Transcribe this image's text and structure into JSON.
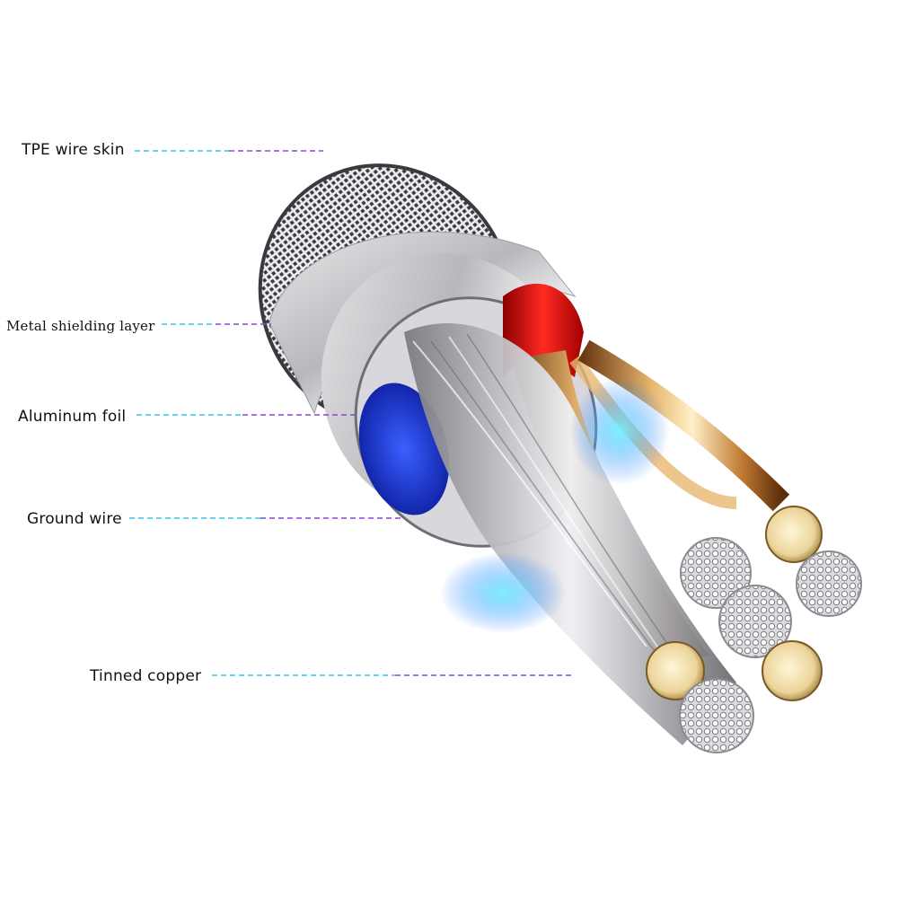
{
  "labels": {
    "tpe_wire_skin": "TPE wire skin",
    "metal_shielding_layer": "Metal shielding layer",
    "aluminum_foil": "Aluminum foil",
    "ground_wire": "Ground wire",
    "tinned_copper": "Tinned copper"
  },
  "colors": {
    "leader_cyan": "#35c9e6",
    "leader_purple": "#8a45d6",
    "insulation_red": "#e0141a",
    "insulation_blue": "#1a38e6",
    "copper_gold": "#e8b870",
    "strand_silver": "#c8c8cc"
  }
}
